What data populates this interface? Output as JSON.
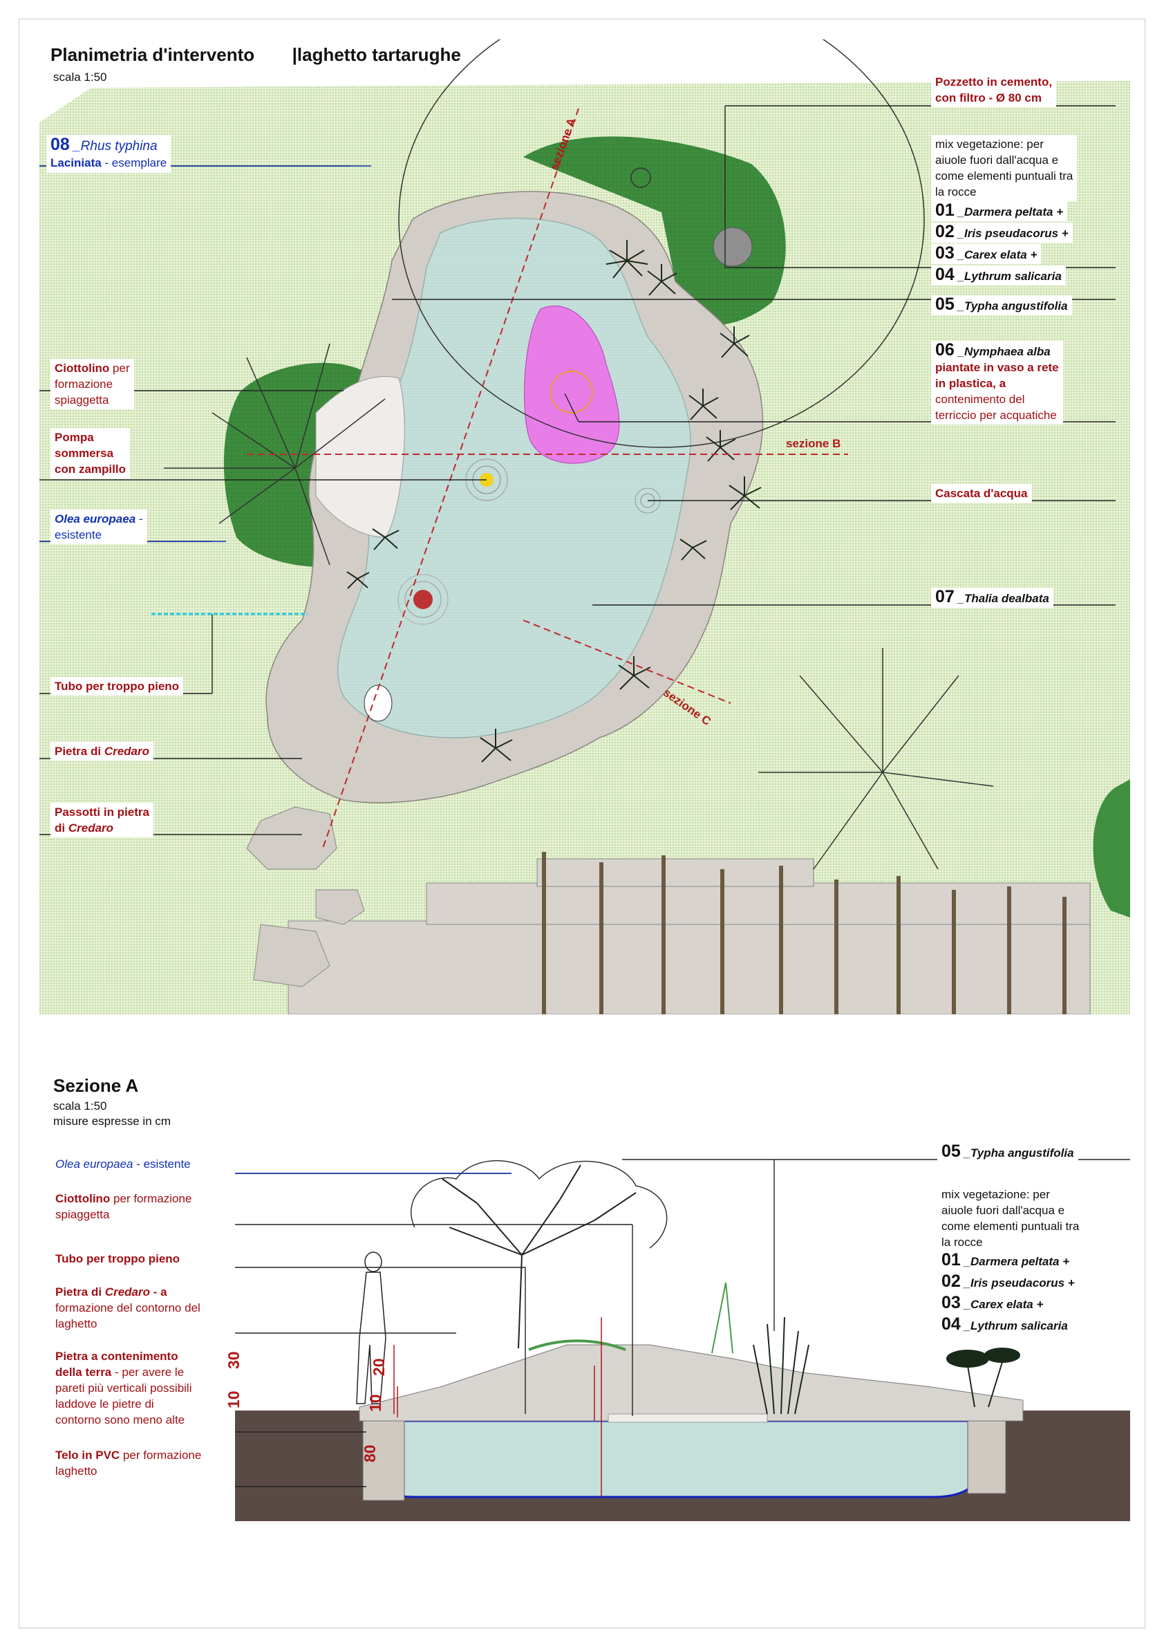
{
  "plan": {
    "title": "Planimetria d'intervento",
    "title_right": "|laghetto tartarughe",
    "scale": "scala 1:50",
    "labels": {
      "rhus_num": "08",
      "rhus_name": " _Rhus typhina",
      "rhus_line2a": "Laciniata",
      "rhus_line2b": " - esemplare",
      "ciottolino_a": "Ciottolino",
      "ciottolino_b": " per",
      "ciottolino_c": "formazione",
      "ciottolino_d": "spiaggetta",
      "pompa_1": "Pompa",
      "pompa_2": "sommersa",
      "pompa_3": "con zampillo",
      "olea_1": "Olea europaea",
      "olea_1b": " -",
      "olea_2": "esistente",
      "tubo": "Tubo per troppo pieno",
      "pietra_a": "Pietra di ",
      "pietra_b": "Credaro",
      "passotti_1": "Passotti in pietra",
      "passotti_2a": "di ",
      "passotti_2b": "Credaro",
      "pozzetto_1": "Pozzetto in cemento,",
      "pozzetto_2": "con filtro - Ø 80 cm",
      "mix_1": "mix vegetazione: per",
      "mix_2": "aiuole fuori dall'acqua e",
      "mix_3": "come elementi puntuali tra",
      "mix_4": "la rocce",
      "p01_num": "01",
      "p01": " _Darmera peltata +",
      "p02_num": "02",
      "p02": " _Iris pseudacorus +",
      "p03_num": "03",
      "p03": " _Carex elata +",
      "p04_num": "04",
      "p04": " _Lythrum salicaria",
      "p05_num": "05",
      "p05": " _Typha angustifolia",
      "p06_num": "06",
      "p06": " _Nymphaea alba",
      "p06_2": "piantate in vaso a rete",
      "p06_3": "in plastica, a",
      "p06_4": "contenimento del",
      "p06_5": "terriccio per acquatiche",
      "cascata": "Cascata d'acqua",
      "p07_num": "07",
      "p07": " _Thalia dealbata",
      "sezione_a": "sezione A",
      "sezione_b": "sezione B",
      "sezione_c": "sezione C"
    }
  },
  "section": {
    "title": "Sezione A",
    "scale": "scala 1:50",
    "units": "misure espresse in cm",
    "labels": {
      "olea_a": "Olea europaea",
      "olea_b": " - esistente",
      "ciott_1a": "Ciottolino",
      "ciott_1b": " per formazione",
      "ciott_2": "spiaggetta",
      "tubo": "Tubo per troppo pieno",
      "pietra_1a": "Pietra di ",
      "pietra_1b": "Credaro",
      "pietra_1c": " - a",
      "pietra_2": "formazione del contorno del",
      "pietra_3": "laghetto",
      "cont_1": "Pietra a contenimento",
      "cont_2a": "della terra",
      "cont_2b": " - per avere le",
      "cont_3": "pareti più verticali possibili",
      "cont_4": "laddove le pietre di",
      "cont_5": "contorno sono meno alte",
      "telo_1a": "Telo in PVC",
      "telo_1b": " per formazione",
      "telo_2": "laghetto",
      "p05_num": "05",
      "p05": " _Typha angustifolia",
      "mix_1": "mix vegetazione: per",
      "mix_2": "aiuole fuori dall'acqua e",
      "mix_3": "come elementi puntuali tra",
      "mix_4": "la rocce",
      "p01_num": "01",
      "p01": " _Darmera peltata +",
      "p02_num": "02",
      "p02": " _Iris pseudacorus +",
      "p03_num": "03",
      "p03": " _Carex elata +",
      "p04_num": "04",
      "p04": " _Lythrum salicaria"
    },
    "dims": {
      "d30": "30",
      "d10": "10",
      "d10b": "10",
      "d20": "20",
      "d80": "80"
    }
  },
  "colors": {
    "grass": "#e4f0cf",
    "dark_green": "#3f8f3f",
    "mid_green": "#5aa84e",
    "water": "#c5dfdb",
    "stone": "#d2cdc6",
    "pink": "#e87de8",
    "soil": "#5a4a46",
    "label_red": "#a10f14",
    "label_blue": "#1030b0"
  }
}
